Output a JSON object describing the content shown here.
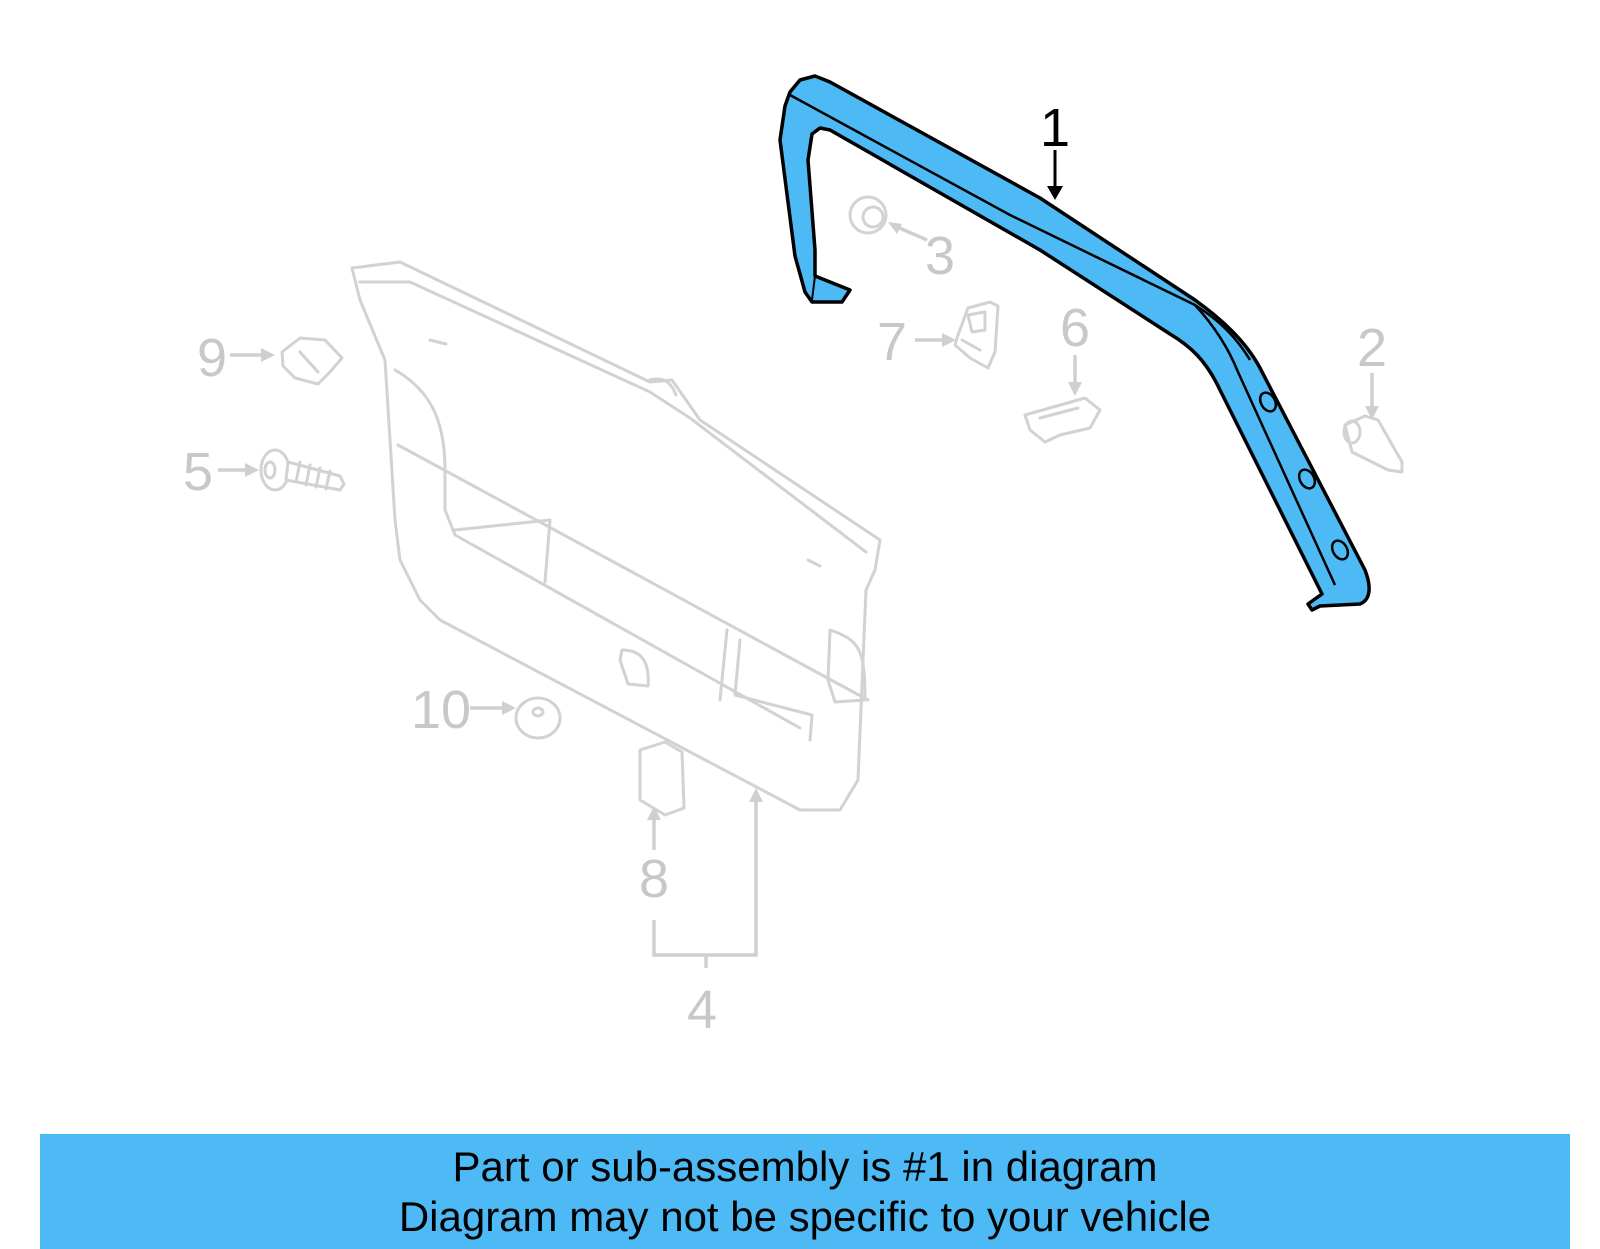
{
  "colors": {
    "highlight": "#4dbaf5",
    "ghost": "#d2d2d2",
    "outline": "#000000"
  },
  "callouts": [
    {
      "id": "1",
      "label": "1",
      "highlighted": true
    },
    {
      "id": "2",
      "label": "2",
      "highlighted": false
    },
    {
      "id": "3",
      "label": "3",
      "highlighted": false
    },
    {
      "id": "4",
      "label": "4",
      "highlighted": false
    },
    {
      "id": "5",
      "label": "5",
      "highlighted": false
    },
    {
      "id": "6",
      "label": "6",
      "highlighted": false
    },
    {
      "id": "7",
      "label": "7",
      "highlighted": false
    },
    {
      "id": "8",
      "label": "8",
      "highlighted": false
    },
    {
      "id": "9",
      "label": "9",
      "highlighted": false
    },
    {
      "id": "10",
      "label": "10",
      "highlighted": false
    }
  ],
  "banner": {
    "line1": "Part or sub-assembly is #1 in diagram",
    "line2": "Diagram may not be specific to your vehicle"
  }
}
